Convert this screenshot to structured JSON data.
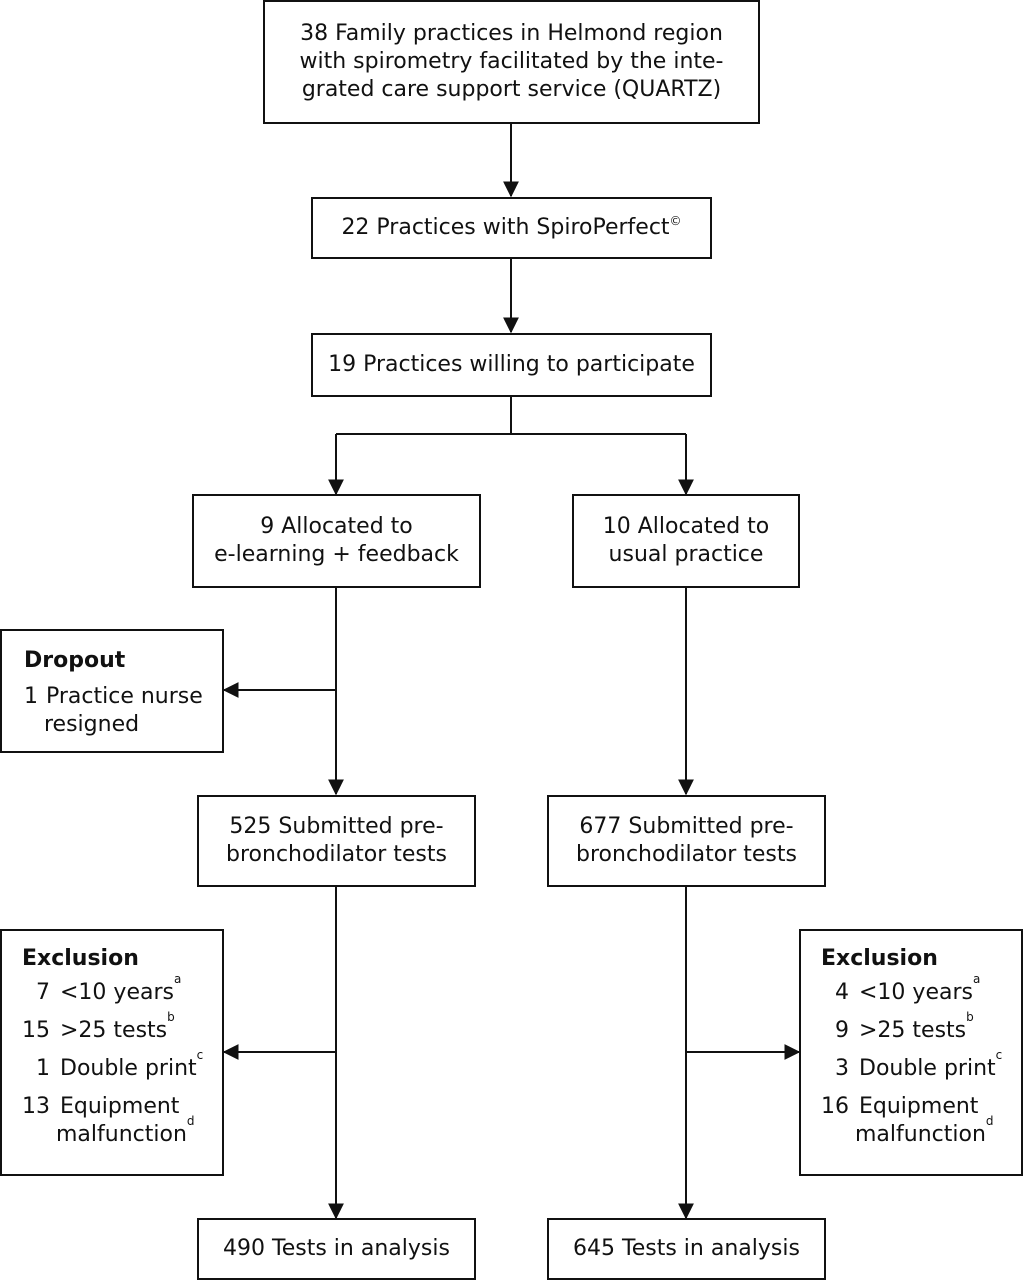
{
  "boxes": {
    "top": [
      "38 Family practices in Helmond region",
      "with spirometry facilitated by the inte-",
      "grated care support service (QUARTZ)"
    ],
    "spiro": {
      "text": "22 Practices with SpiroPerfect",
      "sup": "©"
    },
    "willing": "19 Practices willing to participate",
    "elearning": [
      "9 Allocated to",
      "e-learning + feedback"
    ],
    "usual": [
      "10 Allocated to",
      "usual practice"
    ],
    "submitted_left": [
      "525 Submitted pre-",
      "bronchodilator tests"
    ],
    "submitted_right": [
      "677 Submitted pre-",
      "bronchodilator tests"
    ],
    "analysis_left": "490 Tests in analysis",
    "analysis_right": "645 Tests in analysis"
  },
  "dropout": {
    "title": "Dropout",
    "count": "1",
    "lines": [
      "Practice nurse",
      "resigned"
    ]
  },
  "exclusion_left": {
    "title": "Exclusion",
    "items": [
      {
        "count": "7",
        "label": "<10 years",
        "sup": "a"
      },
      {
        "count": "15",
        "label": ">25 tests",
        "sup": "b"
      },
      {
        "count": "1",
        "label": "Double print",
        "sup": "c"
      },
      {
        "count": "13",
        "label": "Equipment",
        "label2": "malfunction",
        "sup": "d"
      }
    ]
  },
  "exclusion_right": {
    "title": "Exclusion",
    "items": [
      {
        "count": "4",
        "label": "<10 years",
        "sup": "a"
      },
      {
        "count": "9",
        "label": ">25 tests",
        "sup": "b"
      },
      {
        "count": "3",
        "label": "Double print",
        "sup": "c"
      },
      {
        "count": "16",
        "label": "Equipment",
        "label2": "malfunction",
        "sup": "d"
      }
    ]
  }
}
